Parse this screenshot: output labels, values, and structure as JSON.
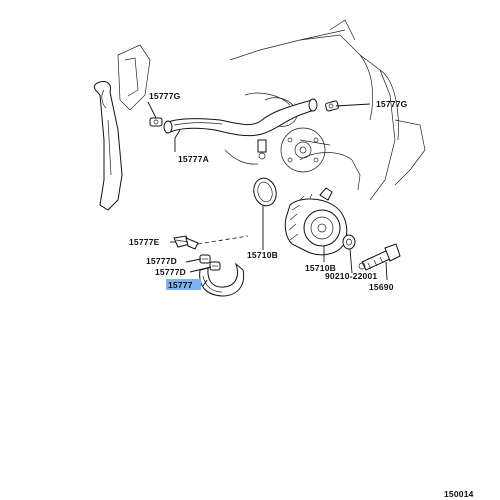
{
  "diagram_id": "150014",
  "highlight_color": "#7fb2f0",
  "callouts": {
    "c15777G_left": "15777G",
    "c15777G_right": "15777G",
    "c15777A": "15777A",
    "c15710B_left": "15710B",
    "c15777E": "15777E",
    "c15777D_upper": "15777D",
    "c15777D_lower": "15777D",
    "c15777": "15777",
    "c15710B_right": "15710B",
    "c90210": "90210-22001",
    "c15690": "15690"
  }
}
